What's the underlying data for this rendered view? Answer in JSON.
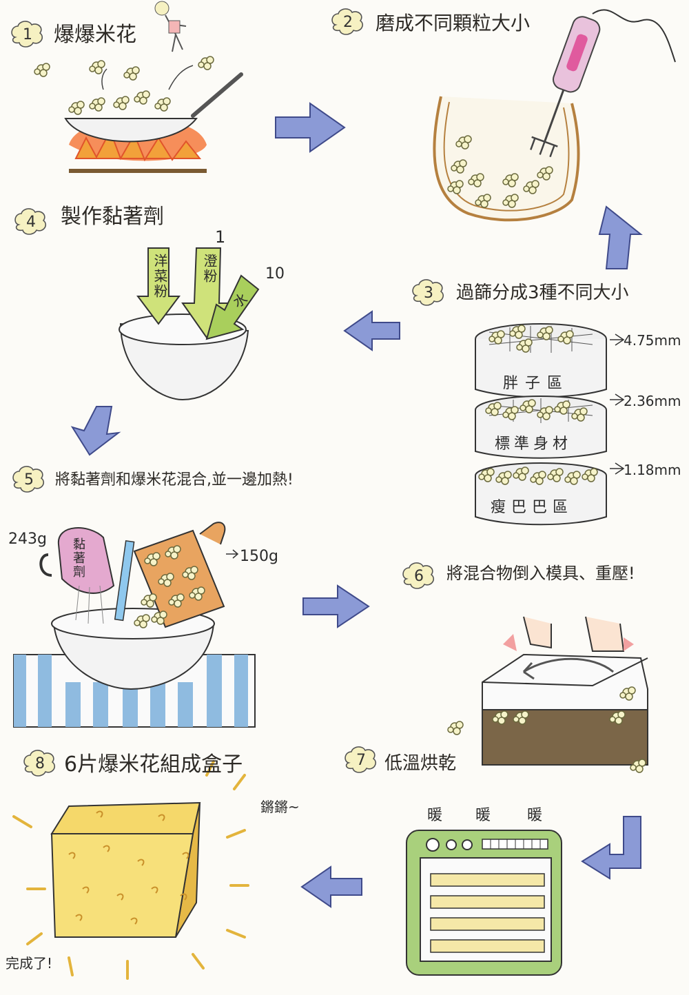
{
  "steps": [
    {
      "num": "1",
      "title": "爆爆米花"
    },
    {
      "num": "2",
      "title": "磨成不同顆粒大小"
    },
    {
      "num": "3",
      "title": "過篩分成3種不同大小"
    },
    {
      "num": "4",
      "title": "製作黏著劑"
    },
    {
      "num": "5",
      "title": "將黏著劑和爆米花混合,並一邊加熱!"
    },
    {
      "num": "6",
      "title": "將混合物倒入模具、重壓!"
    },
    {
      "num": "7",
      "title": "低溫烘乾"
    },
    {
      "num": "8",
      "title": "6片爆米花組成盒子"
    }
  ],
  "sieve": {
    "sizes": [
      "4.75mm",
      "2.36mm",
      "1.18mm"
    ],
    "labels": [
      "胖子區",
      "標準身材",
      "瘦巴巴區"
    ]
  },
  "glue": {
    "ingredients": [
      "洋菜粉",
      "澄粉",
      "水"
    ],
    "ratio": [
      "1",
      "10"
    ]
  },
  "mix": {
    "cup_label": "黏著劑",
    "glue_weight": "243g",
    "popcorn_weight": "150g"
  },
  "dryer": {
    "sounds": [
      "暖",
      "暖",
      "暖"
    ]
  },
  "finish": {
    "sound": "鏘鏘~",
    "done": "完成了!"
  },
  "colors": {
    "arrow": "#8b9ad6",
    "flame": "#f26a3a",
    "popcorn": "#f4f1c8",
    "box": "#f1d35a"
  }
}
